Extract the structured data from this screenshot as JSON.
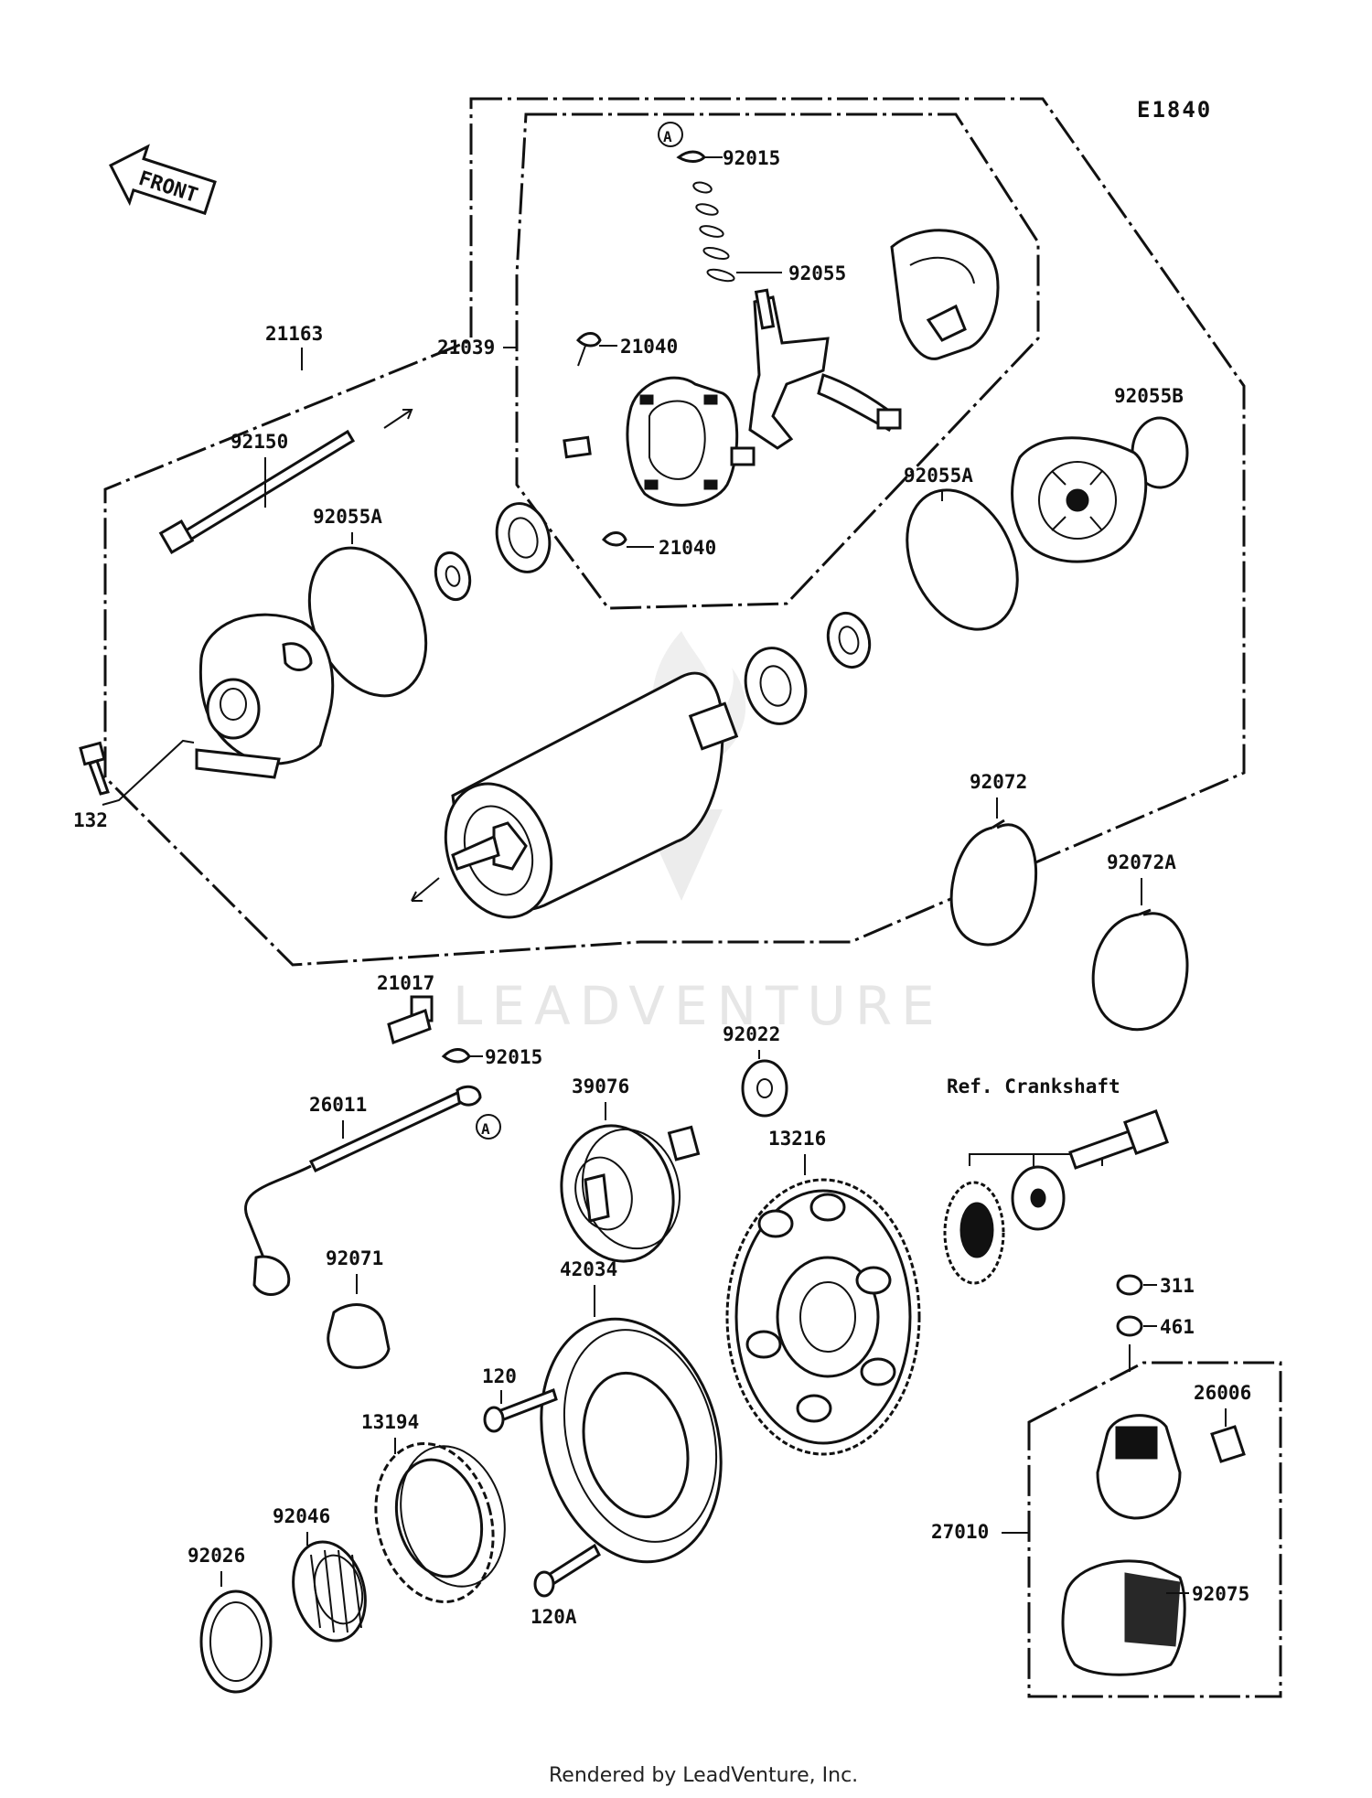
{
  "diagram": {
    "code": "E1840",
    "front_label": "FRONT",
    "callout_a": "A",
    "ref_note": "Ref. Crankshaft",
    "watermark": "LEADVENTURE",
    "footer": "Rendered by LeadVenture, Inc."
  },
  "labels": {
    "p92015_top": "92015",
    "p92055": "92055",
    "p21163": "21163",
    "p21039": "21039",
    "p21040_top": "21040",
    "p21040_bot": "21040",
    "p92055B": "92055B",
    "p92150": "92150",
    "p92055A_left": "92055A",
    "p92055A_right": "92055A",
    "p132": "132",
    "p92072": "92072",
    "p92072A": "92072A",
    "p21017": "21017",
    "p92015_bot": "92015",
    "p92022": "92022",
    "p26011": "26011",
    "p39076": "39076",
    "p13216": "13216",
    "p92071": "92071",
    "p42034": "42034",
    "p311": "311",
    "p461": "461",
    "p120": "120",
    "p26006": "26006",
    "p13194": "13194",
    "p27010": "27010",
    "p92046": "92046",
    "p120A": "120A",
    "p92026": "92026",
    "p92075": "92075"
  }
}
